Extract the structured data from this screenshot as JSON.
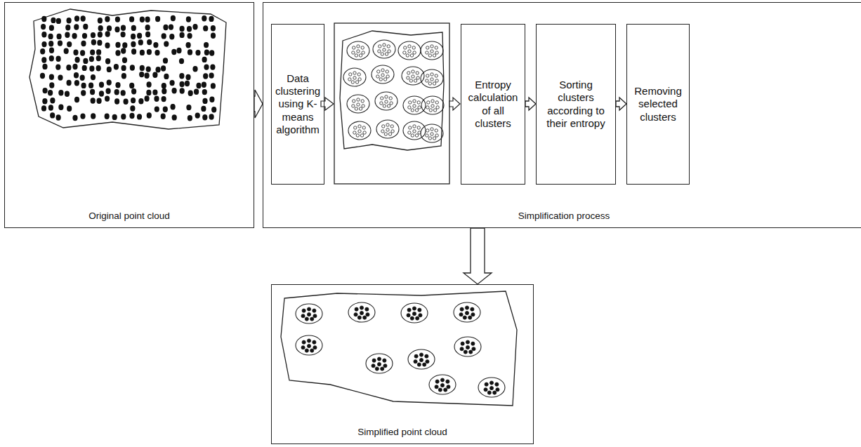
{
  "diagram": {
    "nodes": [
      {
        "text": [
          "Original point cloud"
        ]
      },
      {
        "text": [
          "Simplification process"
        ]
      },
      {
        "text": [
          "Data clustering using K-means algorithm"
        ],
        "in": 1
      },
      {
        "text": [
          "Entropy calculation of all clusters"
        ],
        "in": 1
      },
      {
        "text": [
          "Sorting clusters according to their entropy"
        ],
        "in": 1
      },
      {
        "text": [
          "Removing selected clusters"
        ],
        "in": 1
      },
      {
        "text": [
          "Simplified point cloud"
        ]
      }
    ],
    "edges": [
      {
        "from": 0,
        "to": 1,
        "arrow": "to"
      },
      {
        "from": 3,
        "to": 4,
        "arrow": "to"
      },
      {
        "from": 4,
        "to": 5,
        "arrow": "to"
      },
      {
        "from": 1,
        "to": 6,
        "arrow": "to"
      }
    ]
  }
}
